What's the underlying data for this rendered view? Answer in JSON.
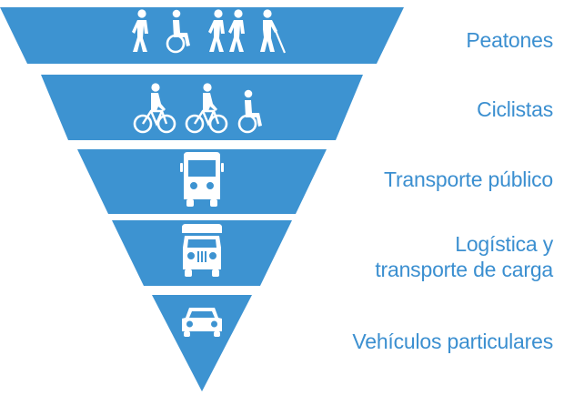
{
  "colors": {
    "tier_fill": "#3d93d1",
    "icon": "#ffffff",
    "label_text": "#3b8fd0",
    "background": "#ffffff"
  },
  "tiers": [
    {
      "id": "peatones",
      "lines": [
        "Peatones"
      ],
      "icons": [
        "pedestrian-icon",
        "wheelchair-user-icon",
        "pedestrian-group-icon",
        "blind-pedestrian-icon"
      ]
    },
    {
      "id": "ciclistas",
      "lines": [
        "Ciclistas"
      ],
      "icons": [
        "cyclist-icon",
        "cyclist-icon",
        "wheelchair-user-icon"
      ]
    },
    {
      "id": "transporte-publico",
      "lines": [
        "Transporte público"
      ],
      "icons": [
        "bus-icon"
      ]
    },
    {
      "id": "logistica",
      "lines": [
        "Logística y",
        "transporte de carga"
      ],
      "icons": [
        "truck-icon"
      ]
    },
    {
      "id": "vehiculos",
      "lines": [
        "Vehículos particulares"
      ],
      "icons": [
        "car-icon"
      ]
    }
  ]
}
